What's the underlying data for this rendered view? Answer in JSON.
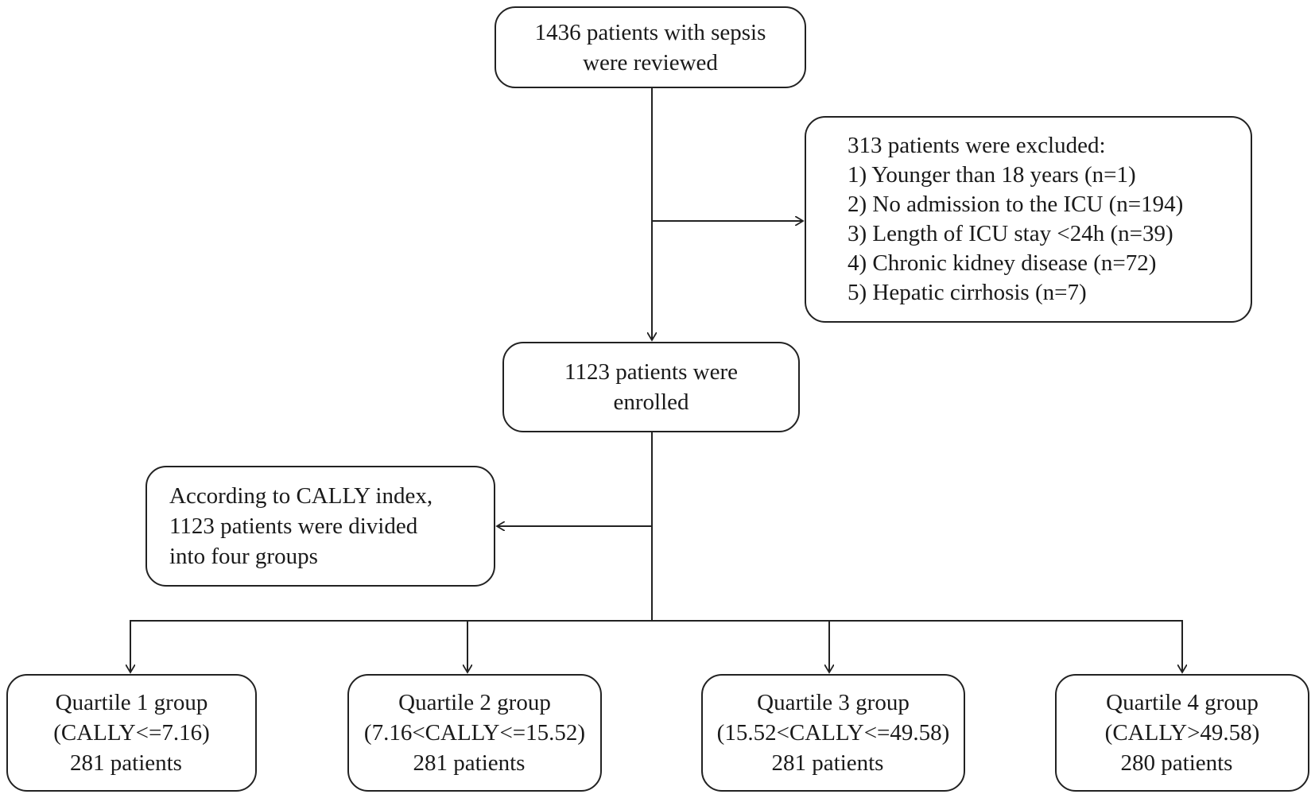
{
  "flowchart": {
    "reviewed": {
      "lines": [
        "1436 patients with sepsis",
        "were reviewed"
      ]
    },
    "excluded": {
      "title": "313 patients were excluded:",
      "items": [
        "1) Younger than 18 years  (n=1)",
        "2) No admission to the ICU (n=194)",
        "3) Length of ICU stay <24h (n=39)",
        "4) Chronic kidney disease (n=72)",
        "5) Hepatic cirrhosis (n=7)"
      ]
    },
    "enrolled": {
      "lines": [
        "1123 patients were",
        "enrolled"
      ]
    },
    "divided": {
      "lines": [
        "According to CALLY index,",
        "1123 patients were divided",
        "into four groups"
      ]
    },
    "groups": [
      {
        "name": "Quartile 1 group",
        "range": "(CALLY<=7.16)",
        "count": "281 patients"
      },
      {
        "name": "Quartile 2 group",
        "range": "(7.16<CALLY<=15.52)",
        "count": "281 patients"
      },
      {
        "name": "Quartile 3 group",
        "range": "(15.52<CALLY<=49.58)",
        "count": "281 patients"
      },
      {
        "name": "Quartile 4 group",
        "range": "(CALLY>49.58)",
        "count": "280 patients"
      }
    ]
  }
}
